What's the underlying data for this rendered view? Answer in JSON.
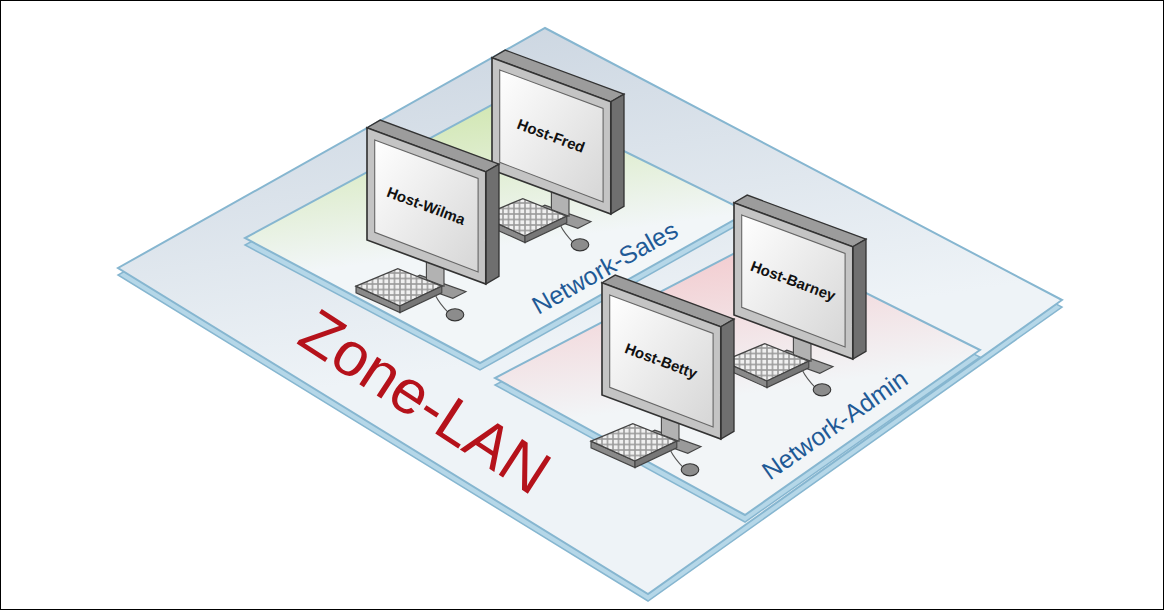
{
  "diagram": {
    "nodes": [
      {
        "text": [
          "Zone-LAN"
        ]
      },
      {
        "text": [
          "Network-Sales"
        ],
        "in": 0
      },
      {
        "text": [
          "Host-Wilma"
        ],
        "in": 1
      },
      {
        "text": [
          "Host-Fred"
        ],
        "in": 1
      },
      {
        "text": [
          "Network-Admin"
        ],
        "in": 0
      },
      {
        "text": [
          "Host-Betty"
        ],
        "in": 4
      },
      {
        "text": [
          "Host-Barney"
        ],
        "in": 4
      }
    ]
  }
}
